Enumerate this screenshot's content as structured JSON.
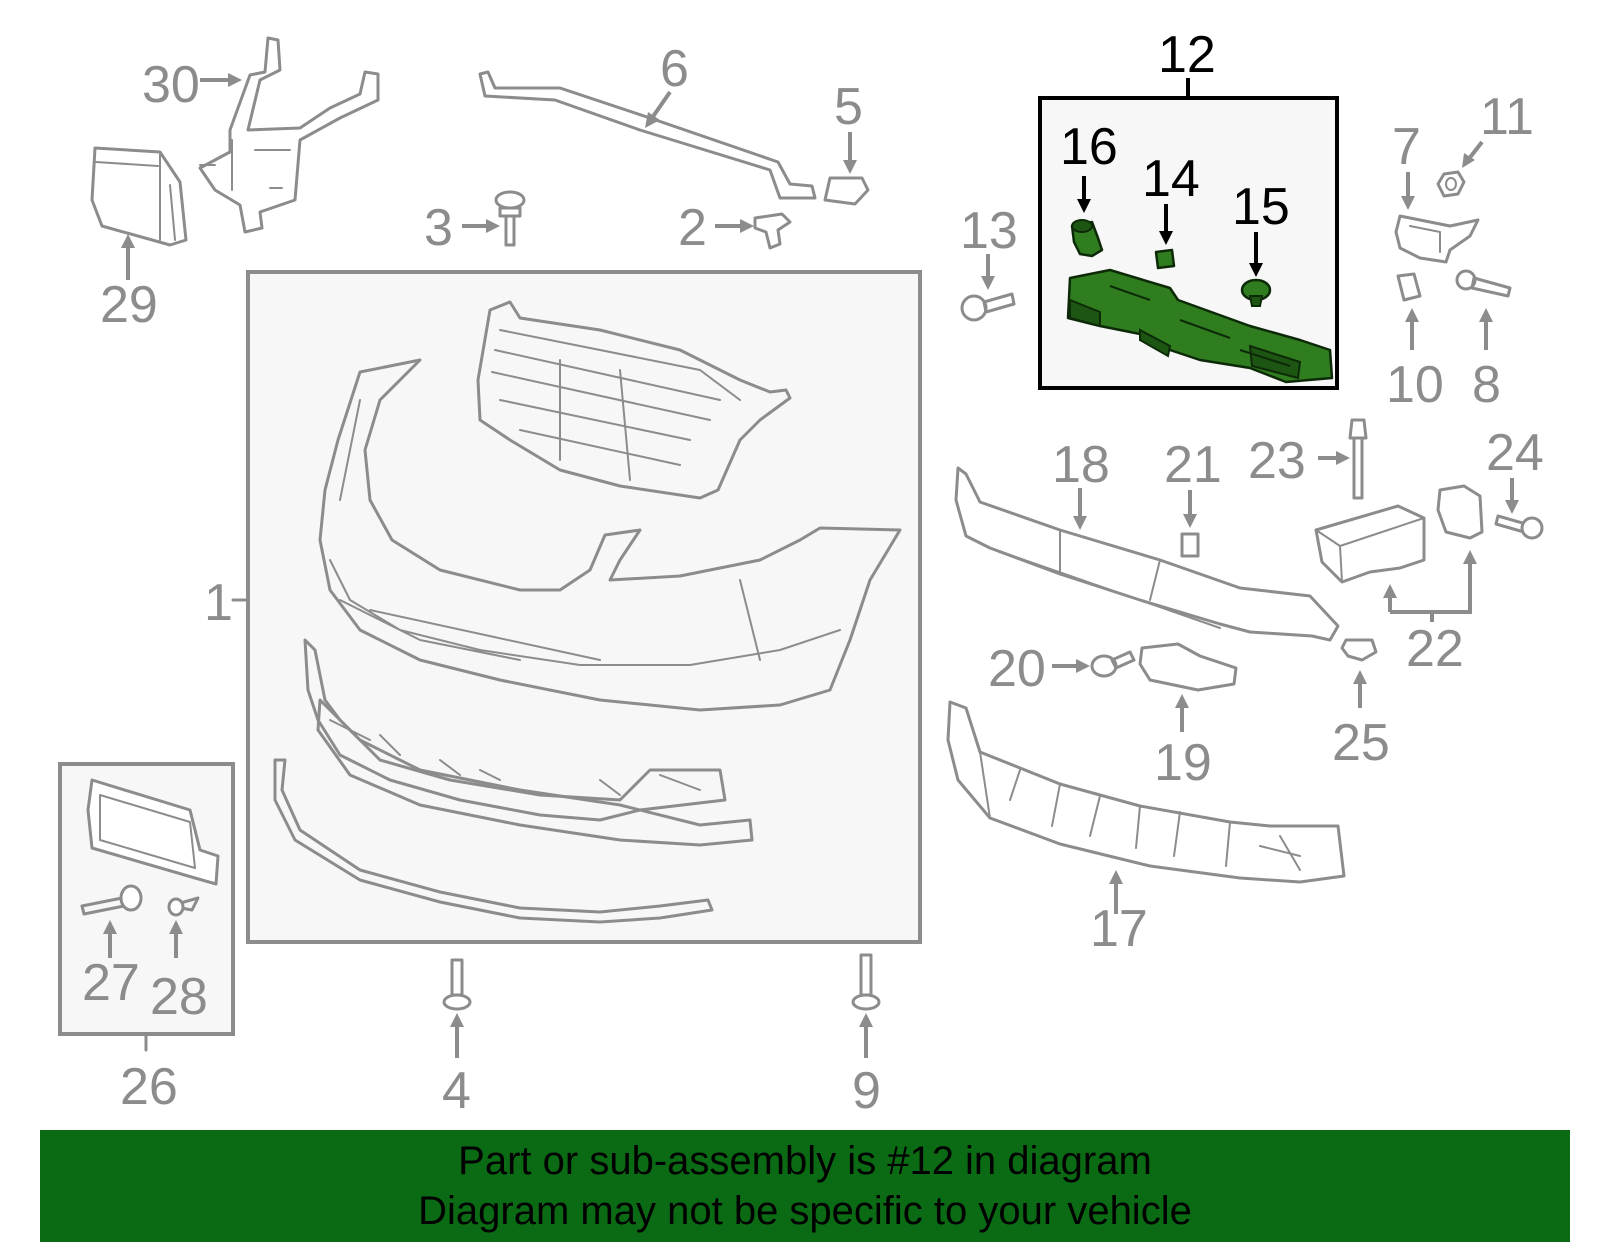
{
  "diagram": {
    "highlight_color": "#2f7d1e",
    "callout_color": "#8c8c8c",
    "callouts": {
      "c1": "1",
      "c2": "2",
      "c3": "3",
      "c4": "4",
      "c5": "5",
      "c6": "6",
      "c7": "7",
      "c8": "8",
      "c9": "9",
      "c10": "10",
      "c11": "11",
      "c12": "12",
      "c13": "13",
      "c14": "14",
      "c15": "15",
      "c16": "16",
      "c17": "17",
      "c18": "18",
      "c19": "19",
      "c20": "20",
      "c21": "21",
      "c22": "22",
      "c23": "23",
      "c24": "24",
      "c25": "25",
      "c26": "26",
      "c27": "27",
      "c28": "28",
      "c29": "29",
      "c30": "30"
    }
  },
  "banner": {
    "background": "#0b6b14",
    "line1": "Part or sub-assembly is #12 in diagram",
    "line2": "Diagram may not be specific to your vehicle"
  }
}
